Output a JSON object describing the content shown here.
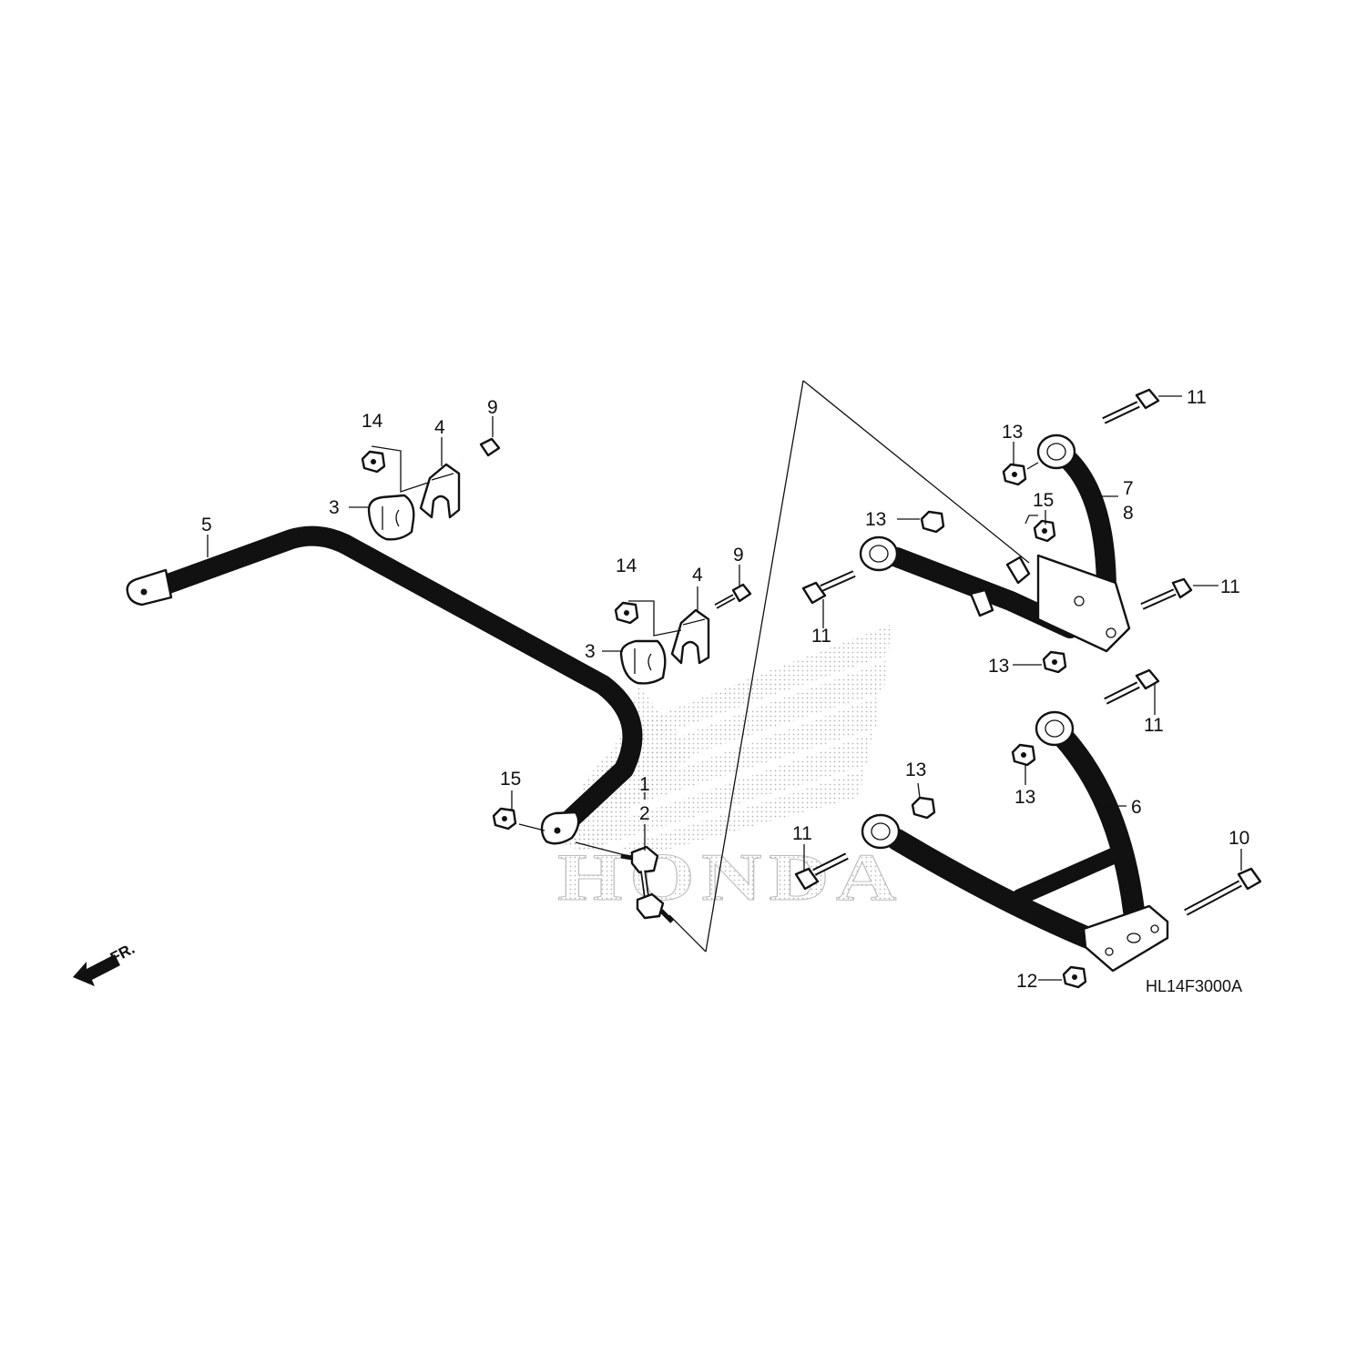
{
  "diagram": {
    "drawing_code": "HL14F3000A",
    "direction_label": "FR.",
    "watermark_text": "HONDA",
    "callouts": {
      "c1": "1",
      "c2": "2",
      "c3a": "3",
      "c3b": "3",
      "c4a": "4",
      "c4b": "4",
      "c5": "5",
      "c6": "6",
      "c7": "7",
      "c8": "8",
      "c9a": "9",
      "c9b": "9",
      "c10": "10",
      "c11a": "11",
      "c11b": "11",
      "c11c": "11",
      "c11d": "11",
      "c11e": "11",
      "c12": "12",
      "c13a": "13",
      "c13b": "13",
      "c13c": "13",
      "c13d": "13",
      "c13e": "13",
      "c14a": "14",
      "c14b": "14",
      "c15a": "15",
      "c15b": "15"
    }
  }
}
